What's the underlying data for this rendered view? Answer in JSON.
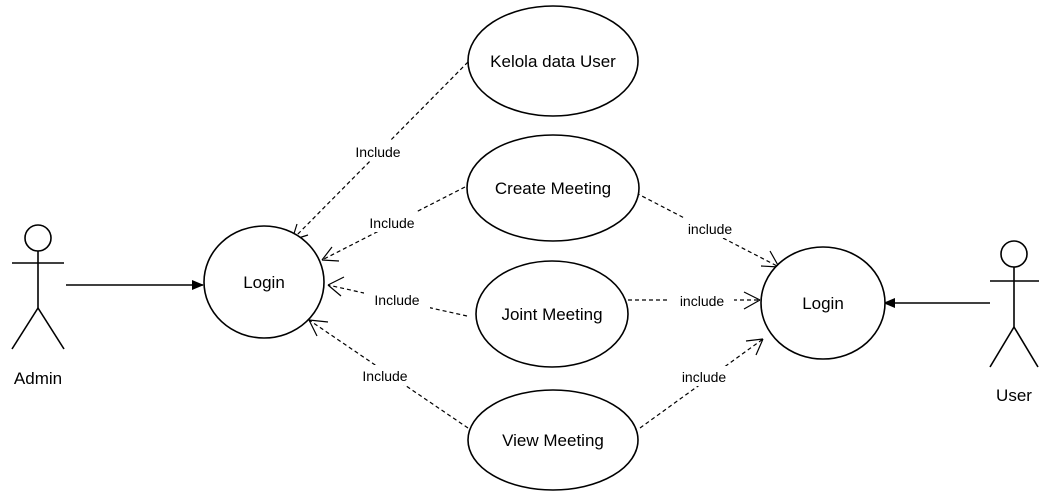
{
  "diagram": {
    "actors": [
      {
        "id": "admin",
        "label": "Admin"
      },
      {
        "id": "user",
        "label": "User"
      }
    ],
    "use_cases": [
      {
        "id": "login_admin",
        "label": "Login"
      },
      {
        "id": "kelola",
        "label": "Kelola data User"
      },
      {
        "id": "create",
        "label": "Create Meeting"
      },
      {
        "id": "joint",
        "label": "Joint Meeting"
      },
      {
        "id": "view",
        "label": "View Meeting"
      },
      {
        "id": "login_user",
        "label": "Login"
      }
    ],
    "associations": [
      {
        "from": "admin",
        "to": "login_admin"
      },
      {
        "from": "user",
        "to": "login_user"
      }
    ],
    "relations": [
      {
        "from": "kelola",
        "to": "login_admin",
        "label": "Include"
      },
      {
        "from": "create",
        "to": "login_admin",
        "label": "Include"
      },
      {
        "from": "joint",
        "to": "login_admin",
        "label": "Include"
      },
      {
        "from": "view",
        "to": "login_admin",
        "label": "Include"
      },
      {
        "from": "create",
        "to": "login_user",
        "label": "include"
      },
      {
        "from": "joint",
        "to": "login_user",
        "label": "include"
      },
      {
        "from": "view",
        "to": "login_user",
        "label": "include"
      }
    ]
  }
}
